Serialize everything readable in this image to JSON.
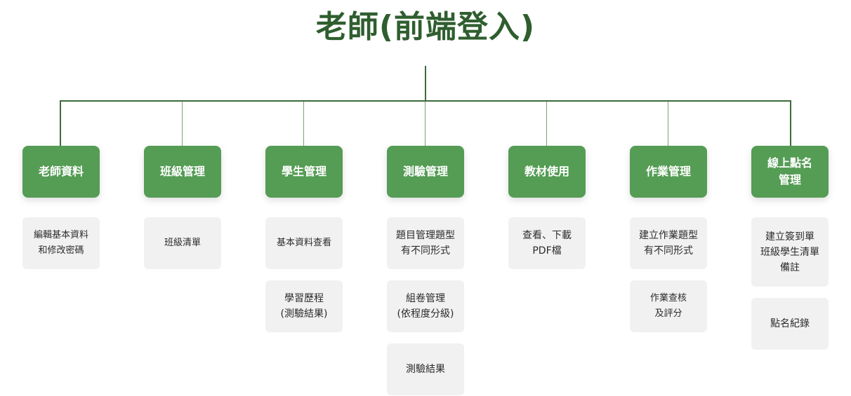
{
  "title": "老師(前端登入)",
  "columns": [
    {
      "label": "老師資料",
      "items": [
        "編輯基本資料\n和修改密碼"
      ]
    },
    {
      "label": "班級管理",
      "items": [
        "班級清單"
      ]
    },
    {
      "label": "學生管理",
      "items": [
        "基本資料查看",
        "學習歷程\n(測驗結果)"
      ]
    },
    {
      "label": "測驗管理",
      "items": [
        "題目管理題型\n有不同形式",
        "組卷管理\n(依程度分級)",
        "測驗結果"
      ]
    },
    {
      "label": "教材使用",
      "items": [
        "查看、下載\nPDF檔"
      ]
    },
    {
      "label": "作業管理",
      "items": [
        "建立作業題型\n有不同形式",
        "作業查核\n及評分"
      ]
    },
    {
      "label": "線上點名\n管理",
      "items": [
        "建立簽到單\n班級學生清單\n備註",
        "點名紀錄"
      ]
    }
  ],
  "colors": {
    "accent": "#559c55",
    "title": "#2f5e2f",
    "line": "#3d6b3a"
  }
}
